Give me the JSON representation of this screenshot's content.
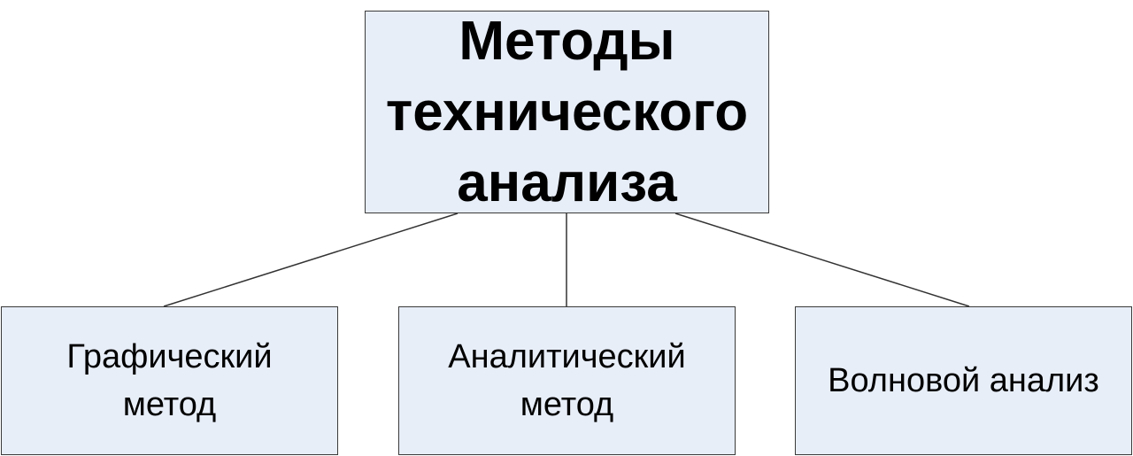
{
  "diagram": {
    "root": {
      "label": "Методы\nтехнического\nанализа"
    },
    "children": [
      {
        "label": "Графический\nметод"
      },
      {
        "label": "Аналитический\nметод"
      },
      {
        "label": "Волновой анализ"
      }
    ],
    "colors": {
      "box_fill": "#e8eef8",
      "border": "#3a3a3a",
      "connector": "#333333"
    }
  }
}
